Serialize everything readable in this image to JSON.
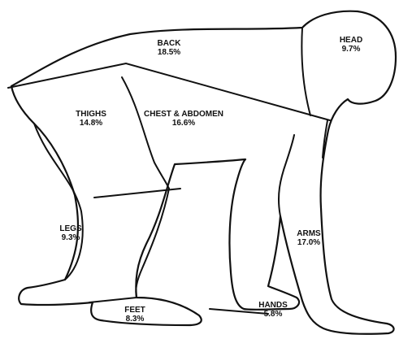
{
  "regions": {
    "back": {
      "label": "BACK",
      "value": "18.5%"
    },
    "head": {
      "label": "HEAD",
      "value": "9.7%"
    },
    "thighs": {
      "label": "THIGHS",
      "value": "14.8%"
    },
    "chest": {
      "label": "CHEST & ABDOMEN",
      "value": "16.6%"
    },
    "legs": {
      "label": "LEGS",
      "value": "9.3%"
    },
    "arms": {
      "label": "ARMS",
      "value": "17.0%"
    },
    "feet": {
      "label": "FEET",
      "value": "8.3%"
    },
    "hands": {
      "label": "HANDS",
      "value": "5.8%"
    }
  },
  "colors": {
    "line": "#111111",
    "background": "#ffffff"
  }
}
